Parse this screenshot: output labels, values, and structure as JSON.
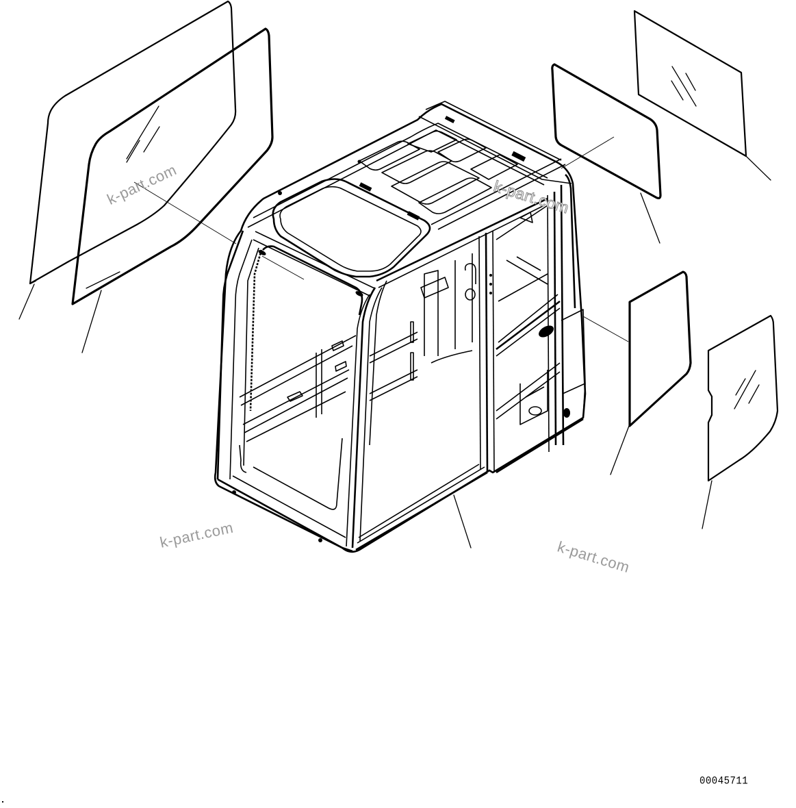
{
  "diagram": {
    "type": "exploded parts diagram",
    "subject": "operator cab frame with window glass panels",
    "drawing_id": "00045711",
    "colors": {
      "line": "#000000",
      "background": "#ffffff",
      "watermark": "#9a9a9a"
    },
    "watermarks": [
      {
        "text": "k-part.com",
        "position": "upper-left glass"
      },
      {
        "text": "k-part.com",
        "position": "cab roof right"
      },
      {
        "text": "k-part.com",
        "position": "lower-left"
      },
      {
        "text": "k-part.com",
        "position": "lower-right"
      }
    ],
    "parts": [
      {
        "name": "left front glass (outer)",
        "leader": "lower-left"
      },
      {
        "name": "left front glass (inner, sealed)",
        "leader": "lower-left"
      },
      {
        "name": "rear upper glass (sealed)",
        "leader": "right"
      },
      {
        "name": "rear upper glass (outer)",
        "leader": "right"
      },
      {
        "name": "right side glass (sealed)",
        "leader": "right"
      },
      {
        "name": "right door glass",
        "leader": "right"
      },
      {
        "name": "cab frame assembly",
        "leader": "bottom"
      }
    ]
  }
}
